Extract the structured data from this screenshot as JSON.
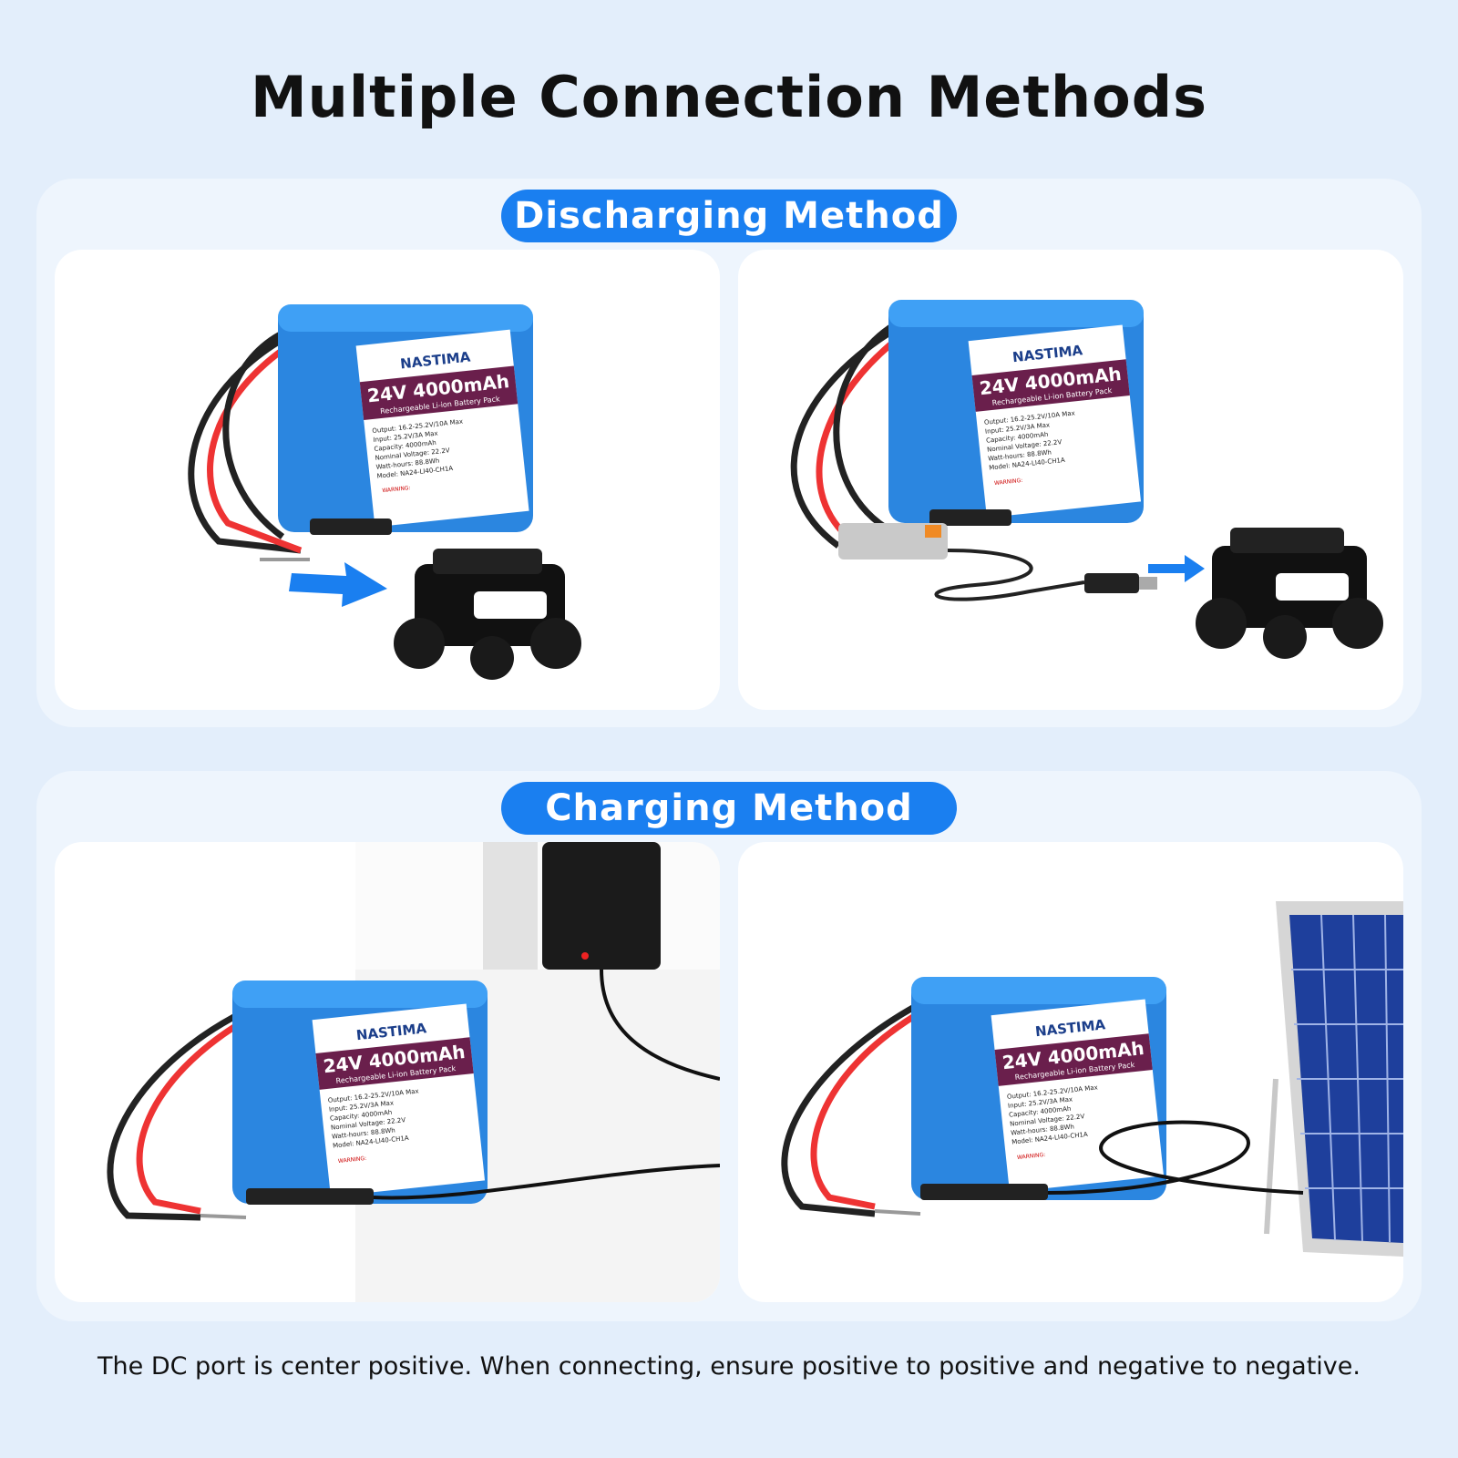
{
  "title": "Multiple Connection Methods",
  "sections": [
    {
      "heading": "Discharging Method"
    },
    {
      "heading": "Charging Method"
    }
  ],
  "battery_label": {
    "brand": "NASTIMA",
    "model_title": "24V 4000mAh",
    "subtitle": "Rechargeable Li-ion Battery Pack",
    "specs": [
      "Output: 16.2-25.2V/10A Max",
      "Input: 25.2V/3A Max",
      "Capacity: 4000mAh",
      "Nominal Voltage: 22.2V",
      "Watt-hours: 88.8Wh",
      "Model: NA24-LI40-CH1A"
    ],
    "warning": "WARNING:"
  },
  "footnote": "The DC port is center positive. When connecting, ensure positive to positive and negative to negative.",
  "colors": {
    "accent": "#1a7ff0",
    "battery_blue": "#2b86e0",
    "label_maroon": "#6a1f4c"
  }
}
